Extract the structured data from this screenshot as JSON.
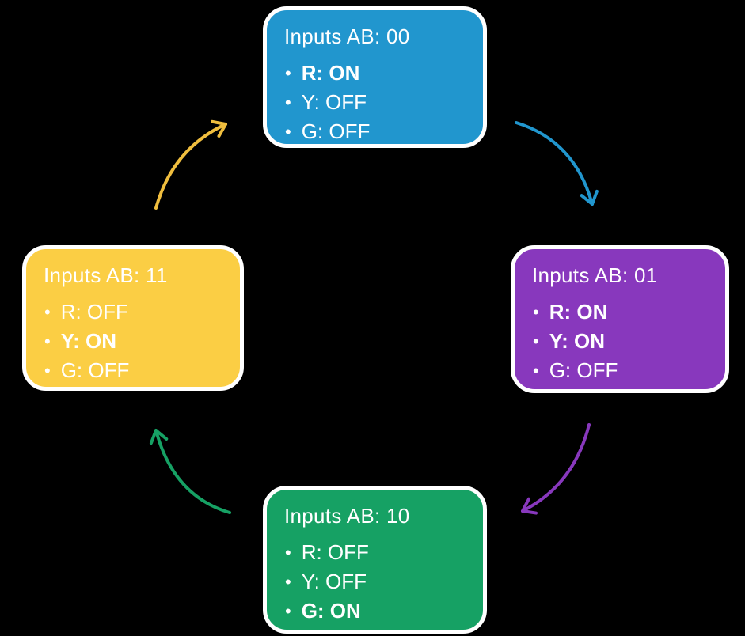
{
  "background": "#000000",
  "text_color": "#ffffff",
  "border_color": "#ffffff",
  "bullet_char": "•",
  "states": [
    {
      "id": "00",
      "title": "Inputs AB: 00",
      "color": "#2196ce",
      "outputs": [
        {
          "label": "R: ON",
          "bold": true
        },
        {
          "label": "Y: OFF",
          "bold": false
        },
        {
          "label": "G: OFF",
          "bold": false
        }
      ]
    },
    {
      "id": "01",
      "title": "Inputs AB: 01",
      "color": "#8838bd",
      "outputs": [
        {
          "label": "R: ON",
          "bold": true
        },
        {
          "label": "Y: ON",
          "bold": true
        },
        {
          "label": "G: OFF",
          "bold": false
        }
      ]
    },
    {
      "id": "10",
      "title": "Inputs AB: 10",
      "color": "#16a164",
      "outputs": [
        {
          "label": "R: OFF",
          "bold": false
        },
        {
          "label": "Y: OFF",
          "bold": false
        },
        {
          "label": "G: ON",
          "bold": true
        }
      ]
    },
    {
      "id": "11",
      "title": "Inputs AB: 11",
      "color": "#fbce44",
      "outputs": [
        {
          "label": "R: OFF",
          "bold": false
        },
        {
          "label": "Y: ON",
          "bold": true
        },
        {
          "label": "G: OFF",
          "bold": false
        }
      ]
    }
  ],
  "transitions": [
    {
      "from": "00",
      "to": "01",
      "color": "#2196ce"
    },
    {
      "from": "01",
      "to": "10",
      "color": "#8838bd"
    },
    {
      "from": "10",
      "to": "11",
      "color": "#16a164"
    },
    {
      "from": "11",
      "to": "00",
      "color": "#f0be3e"
    }
  ]
}
